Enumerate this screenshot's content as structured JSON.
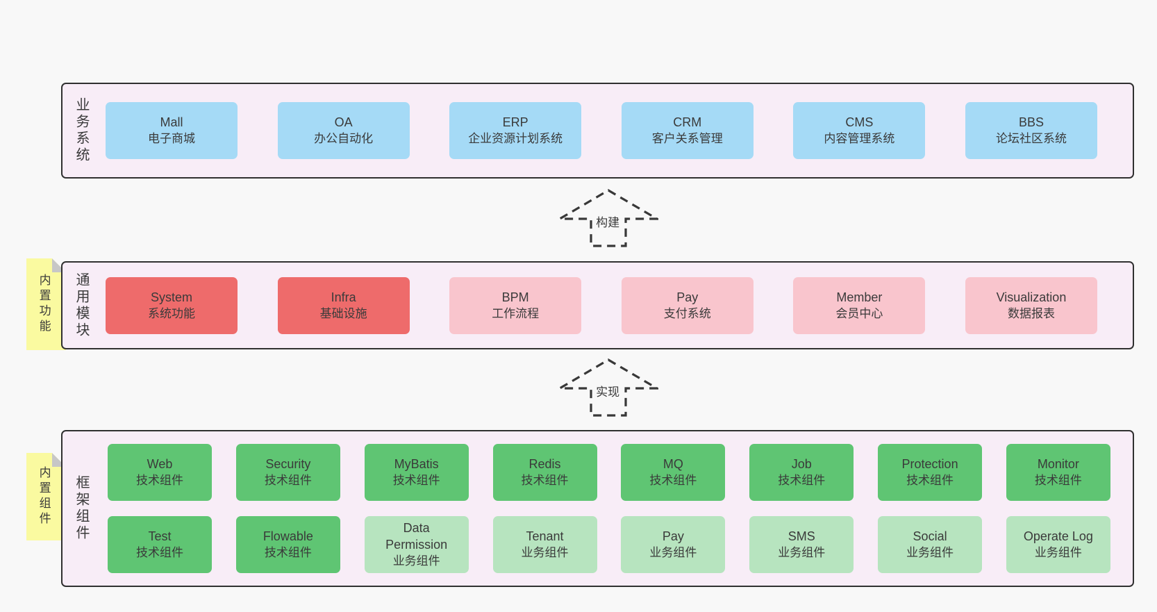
{
  "colors": {
    "page_background": "#f8f8f8",
    "section_background": "#f8edf7",
    "section_border": "#303030",
    "business_box": "#a5daf6",
    "core_module_box": "#ee6b6b",
    "module_box": "#f9c5cd",
    "tech_component_box": "#5fc573",
    "biz_component_box": "#b7e4bf",
    "sticky_tab": "#fafaa0",
    "sticky_fold": "#c7c7c7",
    "text": "#3a3a3a"
  },
  "sections": [
    {
      "id": "business-systems",
      "label": "业务系统",
      "tab": null,
      "rows": [
        [
          {
            "title": "Mall",
            "subtitle": "电子商城",
            "color": "blue"
          },
          {
            "title": "OA",
            "subtitle": "办公自动化",
            "color": "blue"
          },
          {
            "title": "ERP",
            "subtitle": "企业资源计划系统",
            "color": "blue"
          },
          {
            "title": "CRM",
            "subtitle": "客户关系管理",
            "color": "blue"
          },
          {
            "title": "CMS",
            "subtitle": "内容管理系统",
            "color": "blue"
          },
          {
            "title": "BBS",
            "subtitle": "论坛社区系统",
            "color": "blue"
          }
        ]
      ]
    },
    {
      "id": "common-modules",
      "label": "通用模块",
      "tab": "内置功能",
      "rows": [
        [
          {
            "title": "System",
            "subtitle": "系统功能",
            "color": "red"
          },
          {
            "title": "Infra",
            "subtitle": "基础设施",
            "color": "red"
          },
          {
            "title": "BPM",
            "subtitle": "工作流程",
            "color": "pink"
          },
          {
            "title": "Pay",
            "subtitle": "支付系统",
            "color": "pink"
          },
          {
            "title": "Member",
            "subtitle": "会员中心",
            "color": "pink"
          },
          {
            "title": "Visualization",
            "subtitle": "数据报表",
            "color": "pink"
          }
        ]
      ]
    },
    {
      "id": "framework-components",
      "label": "框架组件",
      "tab": "内置组件",
      "rows": [
        [
          {
            "title": "Web",
            "subtitle": "技术组件",
            "color": "green"
          },
          {
            "title": "Security",
            "subtitle": "技术组件",
            "color": "green"
          },
          {
            "title": "MyBatis",
            "subtitle": "技术组件",
            "color": "green"
          },
          {
            "title": "Redis",
            "subtitle": "技术组件",
            "color": "green"
          },
          {
            "title": "MQ",
            "subtitle": "技术组件",
            "color": "green"
          },
          {
            "title": "Job",
            "subtitle": "技术组件",
            "color": "green"
          },
          {
            "title": "Protection",
            "subtitle": "技术组件",
            "color": "green"
          },
          {
            "title": "Monitor",
            "subtitle": "技术组件",
            "color": "green"
          }
        ],
        [
          {
            "title": "Test",
            "subtitle": "技术组件",
            "color": "green"
          },
          {
            "title": "Flowable",
            "subtitle": "技术组件",
            "color": "green"
          },
          {
            "title": "Data Permission",
            "subtitle": "业务组件",
            "color": "lightgreen"
          },
          {
            "title": "Tenant",
            "subtitle": "业务组件",
            "color": "lightgreen"
          },
          {
            "title": "Pay",
            "subtitle": "业务组件",
            "color": "lightgreen"
          },
          {
            "title": "SMS",
            "subtitle": "业务组件",
            "color": "lightgreen"
          },
          {
            "title": "Social",
            "subtitle": "业务组件",
            "color": "lightgreen"
          },
          {
            "title": "Operate Log",
            "subtitle": "业务组件",
            "color": "lightgreen"
          }
        ]
      ]
    }
  ],
  "arrows": [
    {
      "label": "构建"
    },
    {
      "label": "实现"
    }
  ]
}
